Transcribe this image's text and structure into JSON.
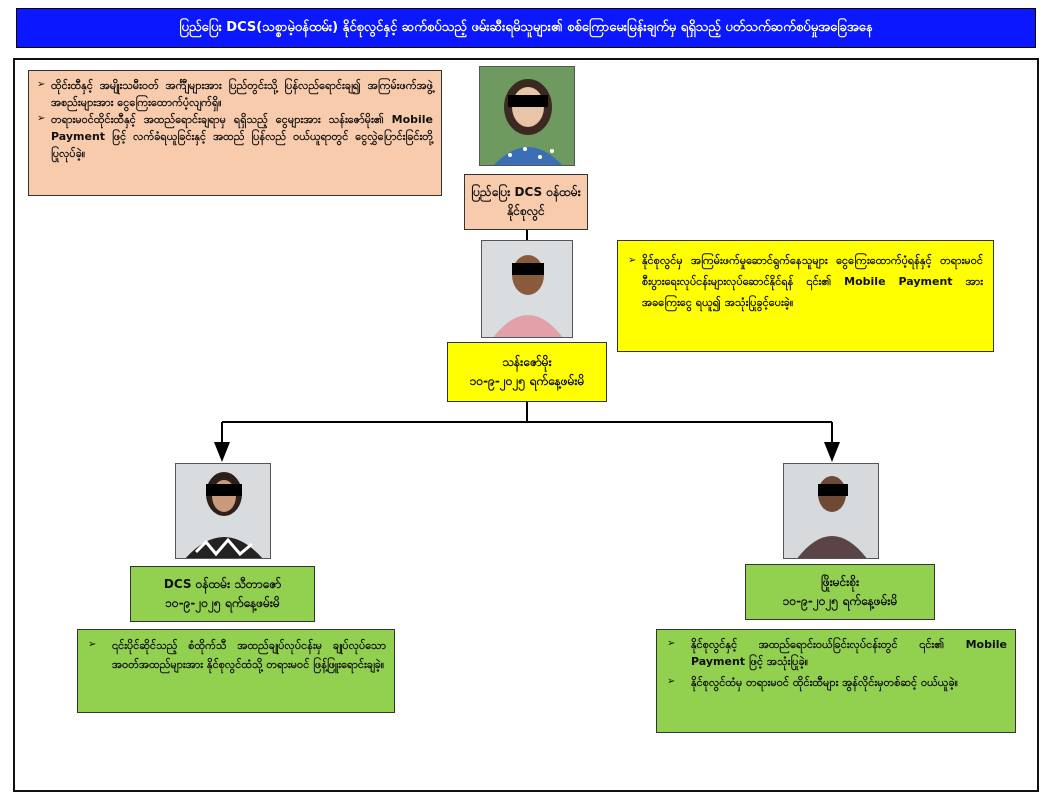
{
  "title": "ပြည်ပြေး DCS(သစ္စာမဲ့ဝန်ထမ်း) နိုင်စုလွင်နှင့် ဆက်စပ်သည့် ဖမ်းဆီးရမိသူများ၏ စစ်ကြောမေးမြန်းချက်မှ ရရှိသည့် ပတ်သက်ဆက်စပ်မှုအခြေအနေ",
  "top_person": {
    "name_line1": "ပြည်ပြေး DCS ဝန်ထမ်း",
    "name_line2": "နိုင်စုလွင်",
    "notes": [
      "ထိုင်းထီနှင့် အမျိုးသမီးဝတ် အင်္ကျီများအား ပြည်တွင်းသို့ ပြန်လည်ရောင်းချ၍ အကြမ်းဖက်အဖွဲ့အစည်းများအား ငွေကြေးထောက်ပံ့လျက်ရှိ။",
      "တရားမဝင်ထိုင်းထီနှင့် အထည်ရောင်းချရာမှ ရရှိသည့် ငွေများအား သန်းဇော်မိုး၏ Mobile Payment ဖြင့် လက်ခံရယူခြင်းနှင့် အထည် ပြန်လည် ဝယ်ယူရာတွင် ငွေလွှဲပြောင်းခြင်းတို့ ပြုလုပ်ခဲ့။"
    ]
  },
  "middle_person": {
    "name": "သန်းဇော်မိုး",
    "arrest_date": "၁၀-၉-၂၀၂၅ ရက်နေ့ဖမ်းမိ",
    "notes": [
      "နိုင်စုလွင်မှ အကြမ်းဖက်မှုဆောင်ရွက်နေသူများ ငွေကြေးထောက်ပံ့ရန်နှင့် တရားမဝင် စီးပွားရေးလုပ်ငန်းများလုပ်ဆောင်နိုင်ရန် ၎င်း၏ Mobile Payment အား အခကြေးငွေ ရယူ၍ အသုံးပြုခွင့်ပေးခဲ့။"
    ]
  },
  "left_person": {
    "name": "DCS ဝန်ထမ်း သီတာဇော်",
    "arrest_date": "၁၀-၉-၂၀၂၅ ရက်နေ့ဖမ်းမိ",
    "notes": [
      "၎င်းပိုင်ဆိုင်သည့် စံထိုက်သီ အထည်ချုပ်လုပ်ငန်းမှ ချုပ်လုပ်သော အဝတ်အထည်များအား နိုင်စုလွင်ထံသို့ တရားမဝင် ဖြန့်ဖြူးရောင်းချခဲ့။"
    ]
  },
  "right_person": {
    "name": "ဖြိုးမင်းစိုး",
    "arrest_date": "၁၀-၉-၂၀၂၅ ရက်နေ့ဖမ်းမိ",
    "notes": [
      "နိုင်စုလွင်နှင့် အထည်ရောင်းဝယ်ခြင်းလုပ်ငန်းတွင် ၎င်း၏ Mobile Payment ဖြင့် အသုံးပြုခဲ့။",
      "နိုင်စုလွင်ထံမှ တရားမဝင် ထိုင်းထီများ အွန်လိုင်းမှတစ်ဆင့် ဝယ်ယူခဲ့။"
    ]
  },
  "colors": {
    "title_bg": "#0a17ff",
    "peach": "#f8cbad",
    "yellow": "#ffff00",
    "green": "#92d050"
  }
}
